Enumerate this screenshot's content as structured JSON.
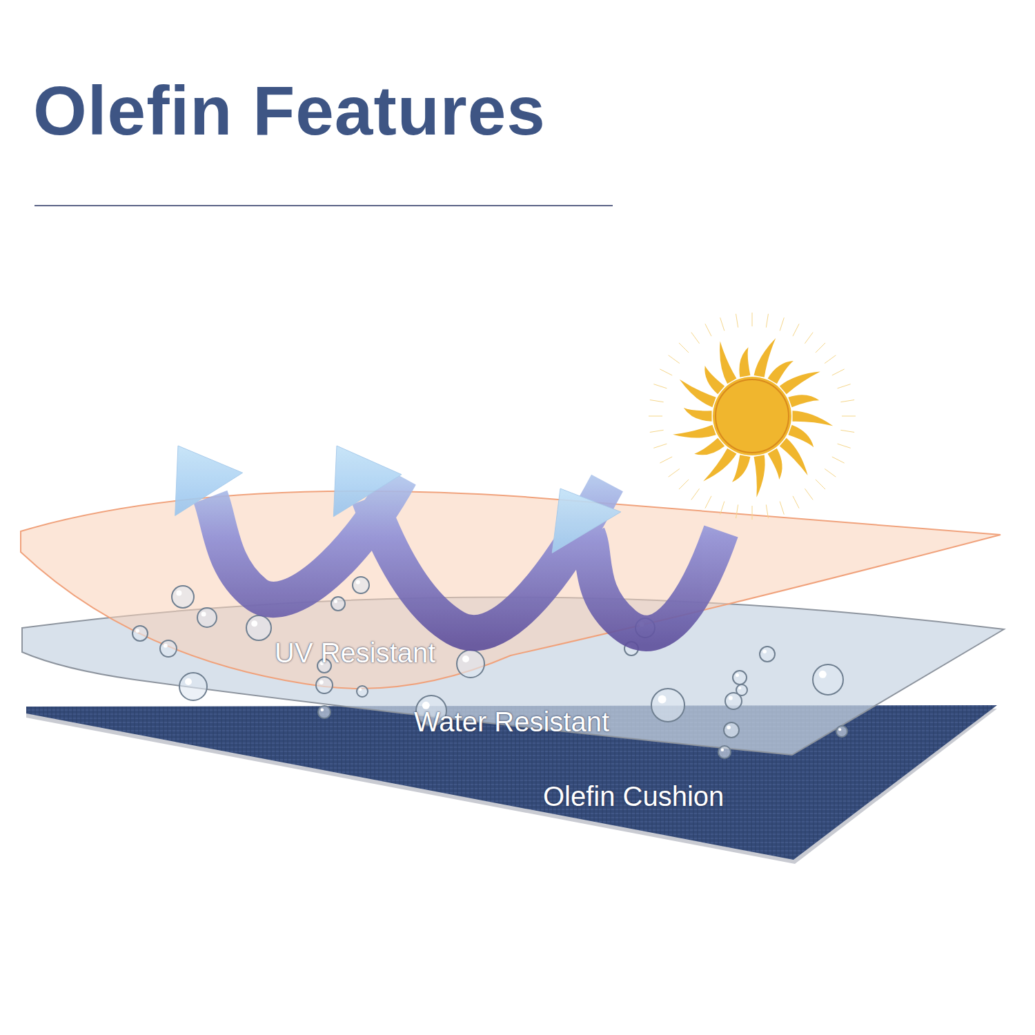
{
  "diagram": {
    "title": "Olefin Features",
    "labels": [
      "UV Resistant",
      "Water Resistant",
      "Olefin Cushion"
    ]
  }
}
